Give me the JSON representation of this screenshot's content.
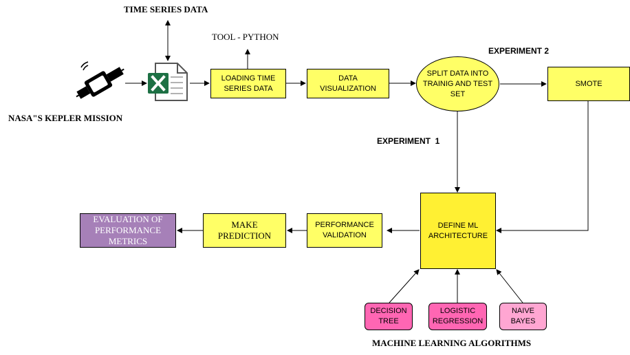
{
  "labels": {
    "time_series_data": "TIME SERIES DATA",
    "tool_python": "TOOL - PYTHON",
    "nasa_kepler": "NASA\"S KEPLER MISSION",
    "experiment_2": "EXPERIMENT 2",
    "experiment_1": "EXPERIMENT  1",
    "ml_algorithms": "MACHINE LEARNING ALGORITHMS"
  },
  "nodes": {
    "loading": "LOADING TIME\nSERIES DATA",
    "visualization": "DATA\nVISUALIZATION",
    "split": "SPLIT DATA INTO\nTRAINIG AND TEST\nSET",
    "smote": "SMOTE",
    "define_ml": "DEFINE ML\nARCHITECTURE",
    "performance_validation": "PERFORMANCE\nVALIDATION",
    "make_prediction": "MAKE\nPREDICTION",
    "evaluation": "EVALUATION OF\nPERFORMANCE\nMETRICS",
    "decision_tree": "DECISION\nTREE",
    "logistic_regression": "LOGISTIC\nREGRESSION",
    "naive_bayes": "NAIVE\nBAYES"
  },
  "icons": {
    "satellite": "satellite-icon",
    "excel": "excel-file-icon"
  },
  "colors": {
    "process_box": "#ffff66",
    "define_ml_box": "#fff033",
    "algorithm_pink": "#ff66b3",
    "algorithm_light_pink": "#ffa6d2",
    "evaluation_purple": "#a680b8",
    "excel_green": "#1d7044"
  }
}
